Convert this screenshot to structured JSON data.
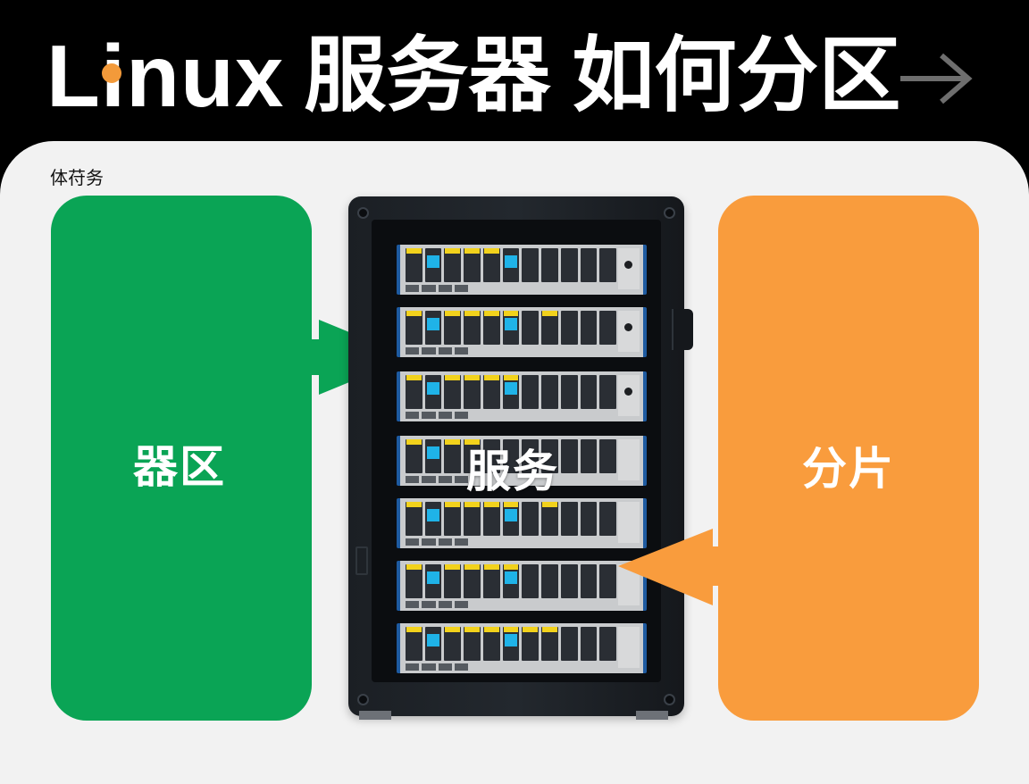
{
  "header": {
    "title_latin": "Linux",
    "title_cjk_1": "服务器",
    "title_cjk_2": "如何分区",
    "arrow_icon": "arrow-right-icon",
    "accent_dot_color": "#f39a3a",
    "background_color": "#000000"
  },
  "panel": {
    "caption": "体苻务",
    "background_color": "#f2f2f2"
  },
  "diagram": {
    "left_block": {
      "label": "器区",
      "color": "#0aa455",
      "arrow_direction": "right"
    },
    "center": {
      "label": "服务",
      "object": "server-rack",
      "tray_count": 7
    },
    "right_block": {
      "label": "分片",
      "color": "#f99c3d",
      "arrow_direction": "left"
    }
  }
}
